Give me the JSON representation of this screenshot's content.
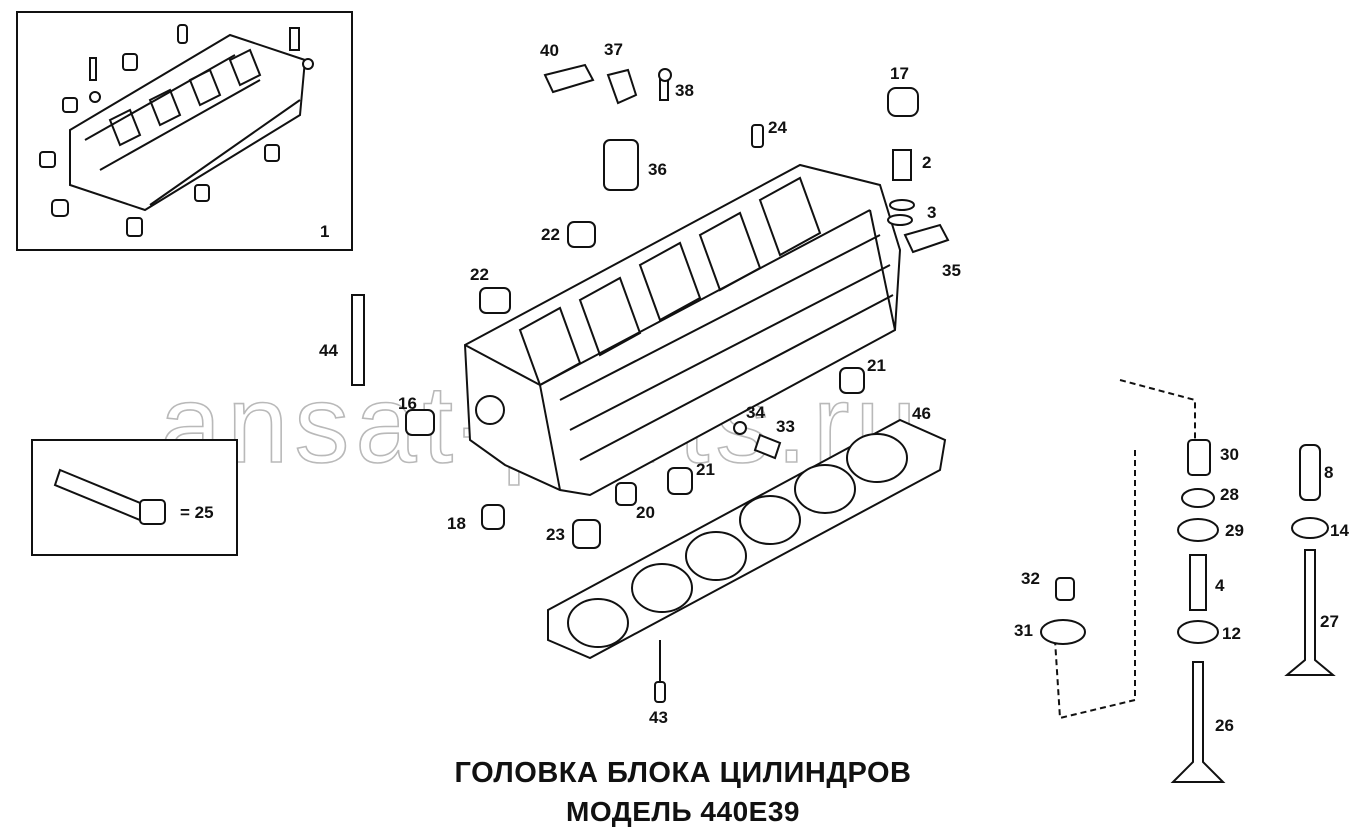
{
  "watermark": "ansat-parts.ru",
  "title_line1": "ГОЛОВКА БЛОКА ЦИЛИНДРОВ",
  "title_line2": "МОДЕЛЬ 440E39",
  "callouts": {
    "c1": "1",
    "c2": "2",
    "c3": "3",
    "c4": "4",
    "c8": "8",
    "c12": "12",
    "c14": "14",
    "c16": "16",
    "c17": "17",
    "c18": "18",
    "c20": "20",
    "c21a": "21",
    "c21b": "21",
    "c22a": "22",
    "c22b": "22",
    "c23": "23",
    "c24": "24",
    "c25": "= 25",
    "c26": "26",
    "c27": "27",
    "c28": "28",
    "c29": "29",
    "c30": "30",
    "c31": "31",
    "c32": "32",
    "c33": "33",
    "c34": "34",
    "c35": "35",
    "c36": "36",
    "c37": "37",
    "c38": "38",
    "c40": "40",
    "c43": "43",
    "c44": "44",
    "c46": "46"
  }
}
